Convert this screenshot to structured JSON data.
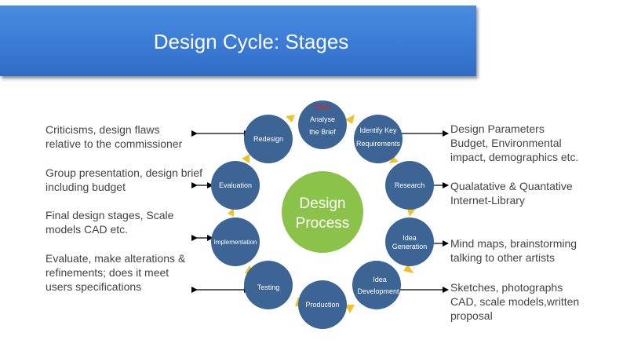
{
  "slide": {
    "title": "Design Cycle: Stages",
    "accent": "#3a7bd5"
  },
  "left_notes": [
    "Criticisms, design flaws\nrelative to the commissioner",
    "Group presentation, design brief\nincluding budget",
    "Final design stages, Scale\nmodels CAD etc.",
    "Evaluate, make alterations &\nrefinements; does it meet\nusers specifications"
  ],
  "right_notes": [
    "Design Parameters\nBudget, Environmental\nimpact, demographics etc.",
    "Qualatative & Quantative\nInternet-Library",
    "Mind maps, brainstorming\ntalking to other artists",
    "Sketches, photographs\nCAD, scale models,written\nproposal"
  ],
  "cycle": {
    "start_label": "Start",
    "center_line1": "Design",
    "center_line2": "Process",
    "stages": {
      "analyse_line1": "Analyse",
      "analyse_line2": "the Brief",
      "identify_line1": "Identify Key",
      "identify_line2": "Requirements",
      "research": "Research",
      "idea_gen_line1": "Idea",
      "idea_gen_line2": "Generation",
      "idea_dev_line1": "Idea",
      "idea_dev_line2": "Development",
      "production": "Production",
      "testing": "Testing",
      "implementation": "Implementation",
      "evaluation": "Evaluation",
      "redesign": "Redesign"
    },
    "colors": {
      "node": "#3c6596",
      "center": "#8bc34a",
      "arrow": "#f2c029",
      "start": "#e02020"
    }
  }
}
